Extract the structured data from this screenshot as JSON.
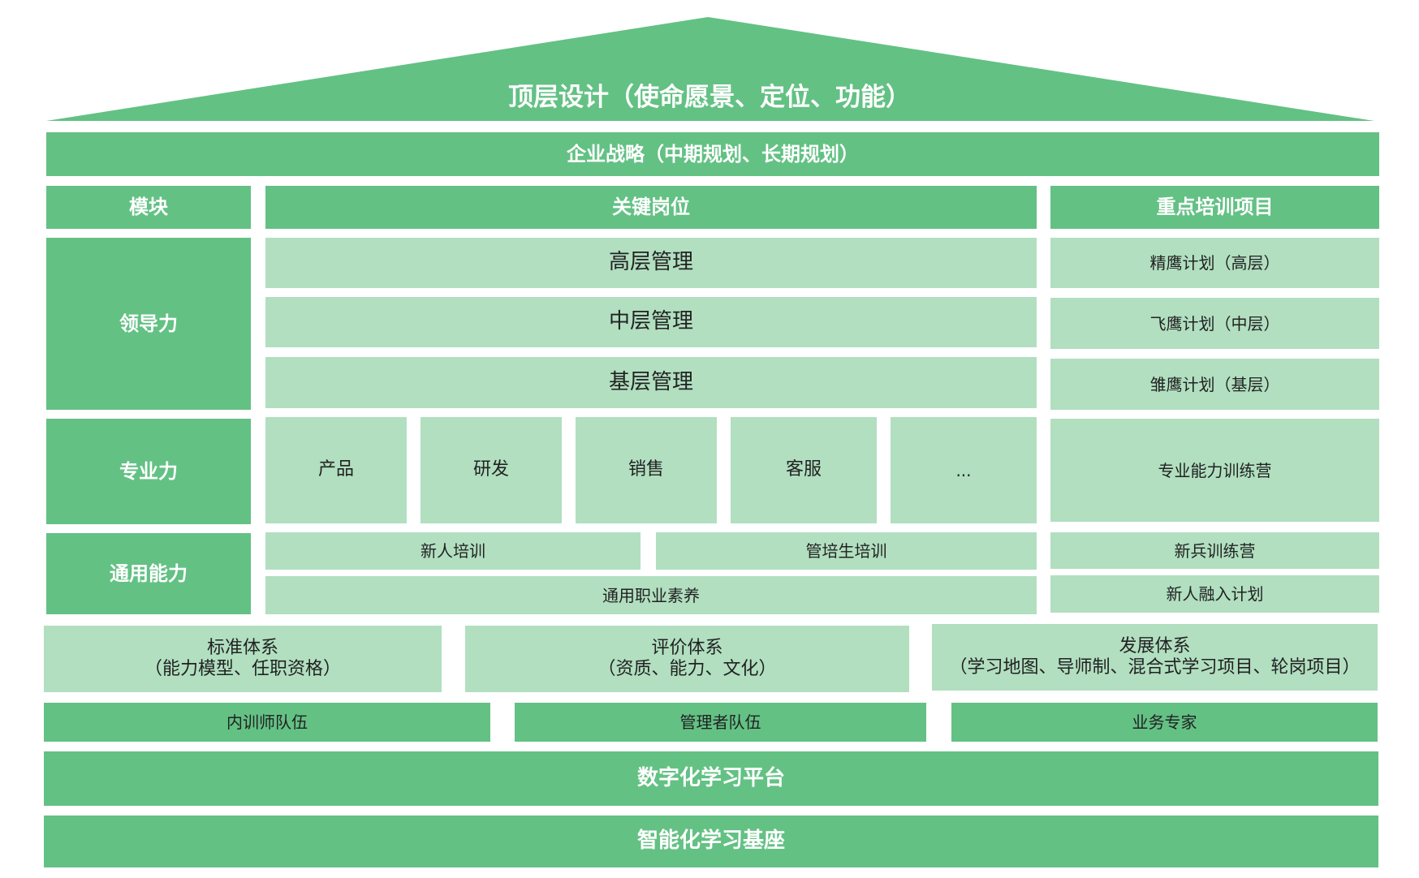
{
  "colors": {
    "dark_green": "#63c184",
    "light_green": "#b1dfc0",
    "white_text": "#ffffff",
    "dark_text": "#222222"
  },
  "roof": {
    "title": "顶层设计（使命愿景、定位、功能）"
  },
  "strategy": "企业战略（中期规划、长期规划）",
  "headers": {
    "module": "模块",
    "key_positions": "关键岗位",
    "key_programs": "重点培训项目"
  },
  "leadership": {
    "label": "领导力",
    "positions": [
      "高层管理",
      "中层管理",
      "基层管理"
    ],
    "programs": [
      "精鹰计划（高层）",
      "飞鹰计划（中层）",
      "雏鹰计划（基层）"
    ]
  },
  "professional": {
    "label": "专业力",
    "positions": [
      "产品",
      "研发",
      "销售",
      "客服",
      "..."
    ],
    "program": "专业能力训练营"
  },
  "general": {
    "label": "通用能力",
    "newcomer_training": "新人培训",
    "trainee_training": "管培生培训",
    "professional_literacy": "通用职业素养",
    "programs": [
      "新兵训练营",
      "新人融入计划"
    ]
  },
  "systems": [
    {
      "title": "标准体系",
      "detail": "（能力模型、任职资格）"
    },
    {
      "title": "评价体系",
      "detail": "（资质、能力、文化）"
    },
    {
      "title": "发展体系",
      "detail": "（学习地图、导师制、混合式学习项目、轮岗项目）"
    }
  ],
  "teams": [
    "内训师队伍",
    "管理者队伍",
    "业务专家"
  ],
  "platform": "数字化学习平台",
  "foundation": "智能化学习基座"
}
